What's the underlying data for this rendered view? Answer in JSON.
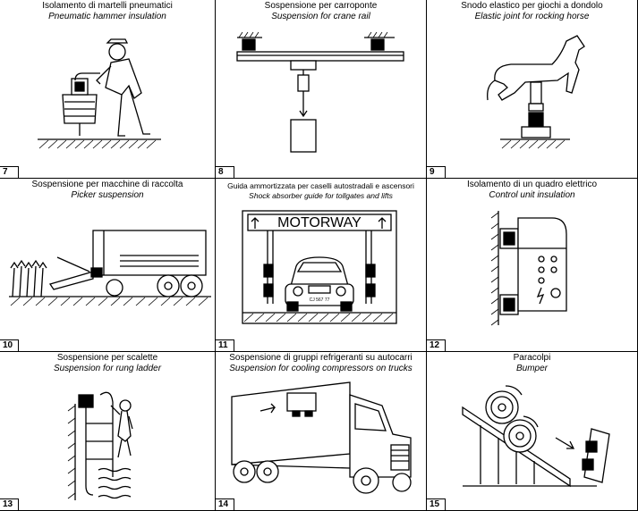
{
  "cells": [
    {
      "number": "7",
      "title_it": "Isolamento di martelli pneumatici",
      "title_en": "Pneumatic hammer insulation",
      "icon": "pneumatic-hammer-icon"
    },
    {
      "number": "8",
      "title_it": "Sospensione per carroponte",
      "title_en": "Suspension for crane rail",
      "icon": "crane-rail-icon"
    },
    {
      "number": "9",
      "title_it": "Snodo elastico per giochi a dondolo",
      "title_en": "Elastic joint for rocking horse",
      "icon": "rocking-horse-icon"
    },
    {
      "number": "10",
      "title_it": "Sospensione per macchine di raccolta",
      "title_en": "Picker suspension",
      "icon": "harvester-icon"
    },
    {
      "number": "11",
      "title_it": "Guida ammortizzata per caselli autostradali e ascensori",
      "title_en": "Shock absorber guide for tollgates and lifts",
      "icon": "tollgate-car-icon",
      "sign": "MOTORWAY",
      "plate": "CJ 567 77"
    },
    {
      "number": "12",
      "title_it": "Isolamento di un quadro elettrico",
      "title_en": "Control unit insulation",
      "icon": "control-unit-icon"
    },
    {
      "number": "13",
      "title_it": "Sospensione per scalette",
      "title_en": "Suspension for rung ladder",
      "icon": "rung-ladder-icon"
    },
    {
      "number": "14",
      "title_it": "Sospensione di gruppi refrigeranti su autocarri",
      "title_en": "Suspension for cooling compressors on trucks",
      "icon": "truck-compressor-icon"
    },
    {
      "number": "15",
      "title_it": "Paracolpi",
      "title_en": "Bumper",
      "icon": "bumper-icon"
    }
  ]
}
